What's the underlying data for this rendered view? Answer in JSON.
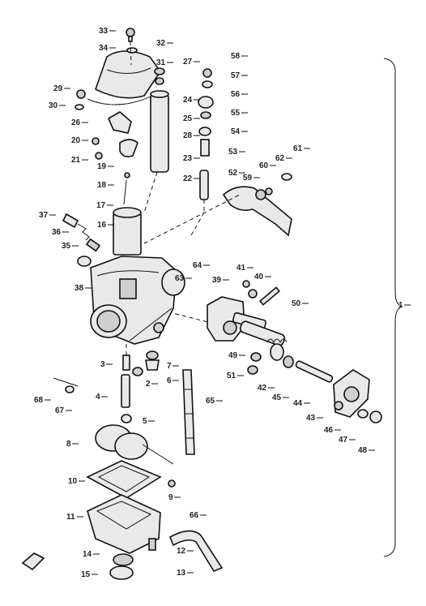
{
  "diagram": {
    "callouts": [
      "1",
      "2",
      "3",
      "4",
      "5",
      "6",
      "7",
      "8",
      "9",
      "10",
      "11",
      "12",
      "13",
      "14",
      "15",
      "16",
      "17",
      "18",
      "19",
      "20",
      "21",
      "22",
      "23",
      "24",
      "25",
      "26",
      "27",
      "28",
      "29",
      "30",
      "31",
      "32",
      "33",
      "34",
      "35",
      "36",
      "37",
      "38",
      "39",
      "40",
      "41",
      "42",
      "43",
      "44",
      "45",
      "46",
      "47",
      "48",
      "49",
      "50",
      "51",
      "52",
      "53",
      "54",
      "55",
      "56",
      "57",
      "58",
      "59",
      "60",
      "61",
      "62",
      "63",
      "64",
      "65",
      "66",
      "67",
      "68"
    ]
  }
}
